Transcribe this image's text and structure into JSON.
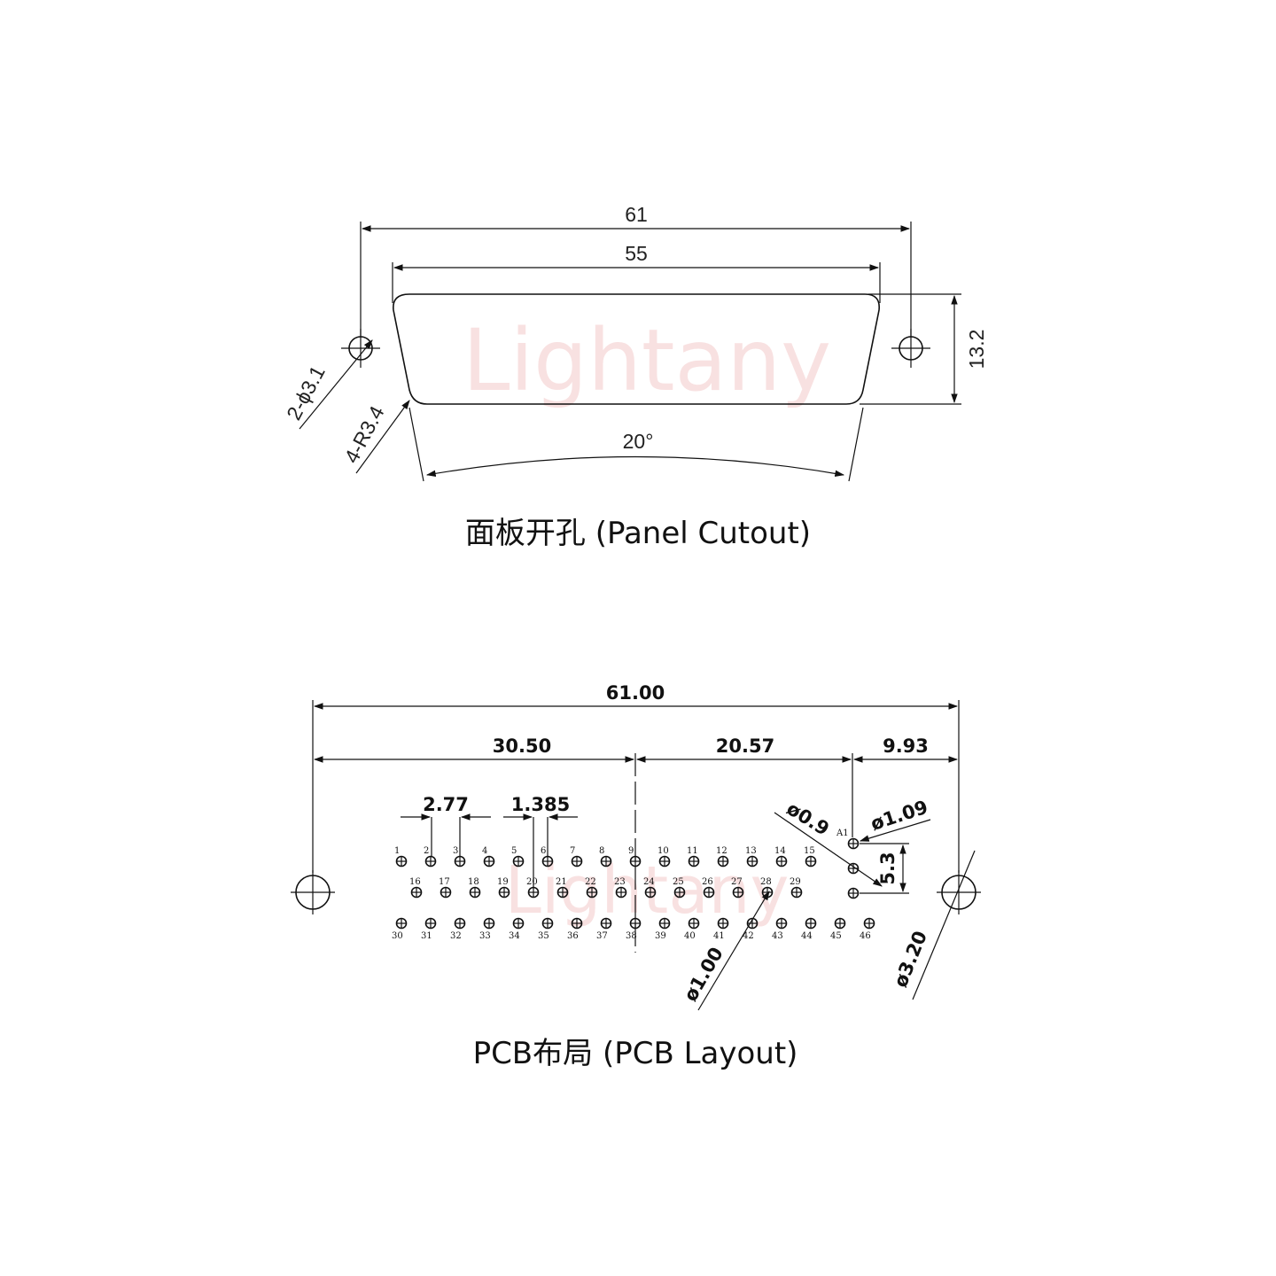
{
  "watermark": "Lightany",
  "panel": {
    "caption": "面板开孔 (Panel Cutout)",
    "dim_width_outer": "61",
    "dim_width_inner": "55",
    "dim_height": "13.2",
    "dim_angle": "20°",
    "dim_hole": "2-ϕ3.1",
    "dim_radius": "4-R3.4"
  },
  "pcb": {
    "caption": "PCB布局 (PCB Layout)",
    "dim_total": "61.00",
    "dim_left": "30.50",
    "dim_mid": "20.57",
    "dim_right": "9.93",
    "dim_pitch": "2.77",
    "dim_offset": "1.385",
    "dim_small_hole": "ø0.9",
    "dim_a_hole": "ø1.09",
    "dim_a_spacing": "5.3",
    "dim_pin_hole": "ø1.00",
    "dim_mount_hole": "ø3.20",
    "a1_label": "A1",
    "row1_labels": [
      "1",
      "2",
      "3",
      "4",
      "5",
      "6",
      "7",
      "8",
      "9",
      "10",
      "11",
      "12",
      "13",
      "14",
      "15"
    ],
    "row2_labels": [
      "16",
      "17",
      "18",
      "19",
      "20",
      "21",
      "22",
      "23",
      "24",
      "25",
      "26",
      "27",
      "28",
      "29"
    ],
    "row3_labels": [
      "30",
      "31",
      "32",
      "33",
      "34",
      "35",
      "36",
      "37",
      "38",
      "39",
      "40",
      "41",
      "42",
      "43",
      "44",
      "45",
      "46"
    ]
  }
}
